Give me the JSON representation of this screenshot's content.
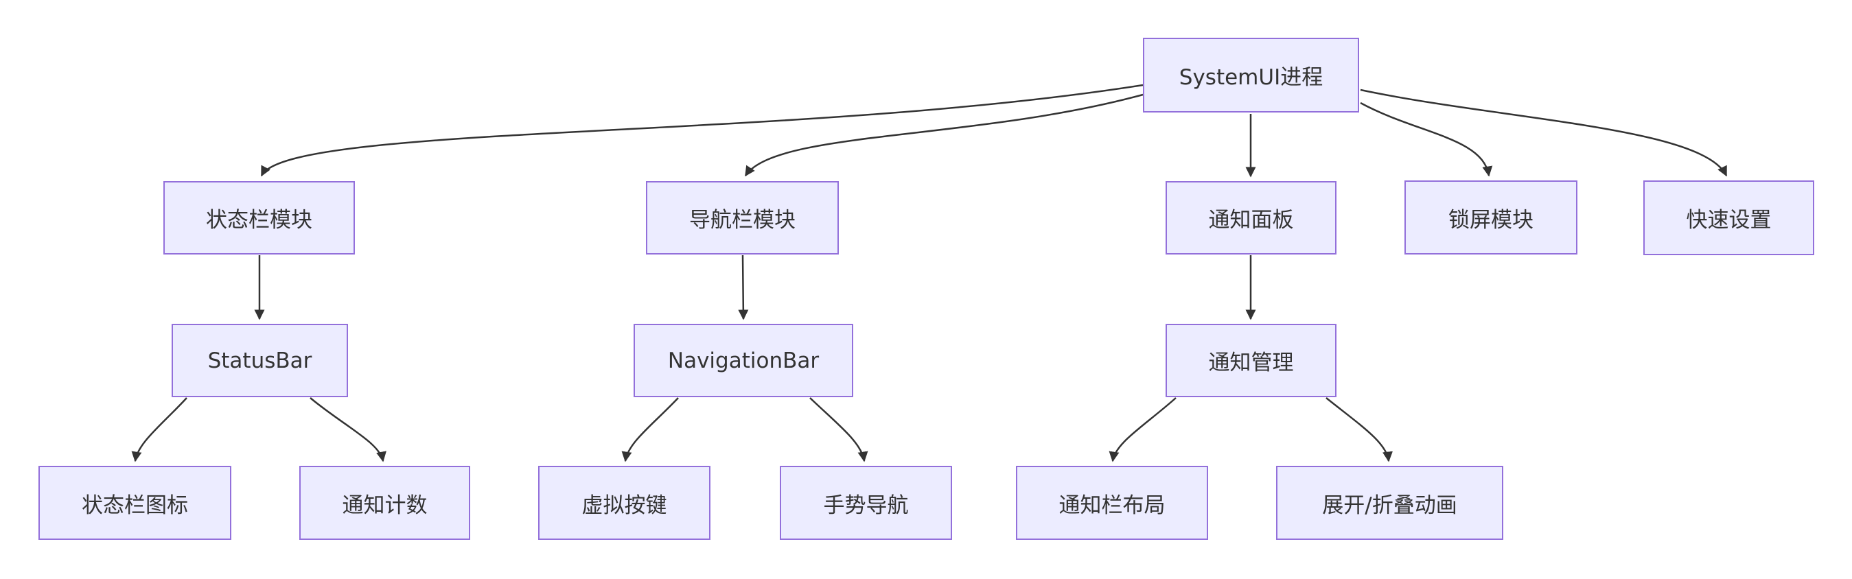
{
  "diagram": {
    "type": "flowchart",
    "direction": "top-down",
    "colors": {
      "node_fill": "#ECECFF",
      "node_border": "#9370DB",
      "edge_stroke": "#333333",
      "text": "#333333",
      "background": "#ffffff"
    },
    "nodes": {
      "systemui": {
        "label": "SystemUI进程"
      },
      "statusbar_mod": {
        "label": "状态栏模块"
      },
      "navbar_mod": {
        "label": "导航栏模块"
      },
      "notif_panel": {
        "label": "通知面板"
      },
      "lockscreen": {
        "label": "锁屏模块"
      },
      "quick_settings": {
        "label": "快速设置"
      },
      "statusbar": {
        "label": "StatusBar"
      },
      "navigationbar": {
        "label": "NavigationBar"
      },
      "notif_mgmt": {
        "label": "通知管理"
      },
      "sb_icons": {
        "label": "状态栏图标"
      },
      "notif_count": {
        "label": "通知计数"
      },
      "virtual_keys": {
        "label": "虚拟按键"
      },
      "gesture_nav": {
        "label": "手势导航"
      },
      "notif_layout": {
        "label": "通知栏布局"
      },
      "expand_collapse": {
        "label": "展开/折叠动画"
      }
    },
    "edges": [
      {
        "from": "SystemUI进程",
        "to": "状态栏模块"
      },
      {
        "from": "SystemUI进程",
        "to": "导航栏模块"
      },
      {
        "from": "SystemUI进程",
        "to": "通知面板"
      },
      {
        "from": "SystemUI进程",
        "to": "锁屏模块"
      },
      {
        "from": "SystemUI进程",
        "to": "快速设置"
      },
      {
        "from": "状态栏模块",
        "to": "StatusBar"
      },
      {
        "from": "导航栏模块",
        "to": "NavigationBar"
      },
      {
        "from": "通知面板",
        "to": "通知管理"
      },
      {
        "from": "StatusBar",
        "to": "状态栏图标"
      },
      {
        "from": "StatusBar",
        "to": "通知计数"
      },
      {
        "from": "NavigationBar",
        "to": "虚拟按键"
      },
      {
        "from": "NavigationBar",
        "to": "手势导航"
      },
      {
        "from": "通知管理",
        "to": "通知栏布局"
      },
      {
        "from": "通知管理",
        "to": "展开/折叠动画"
      }
    ]
  }
}
